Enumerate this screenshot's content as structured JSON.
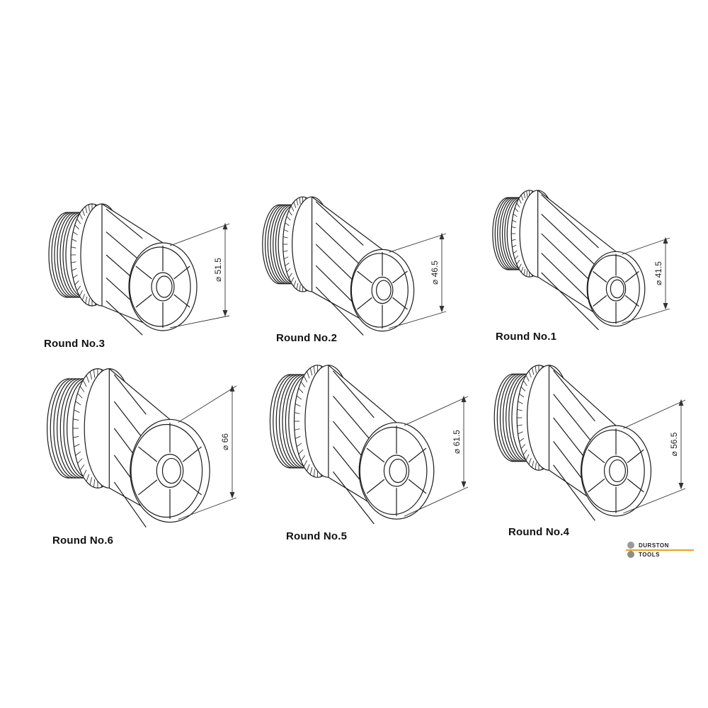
{
  "collets": [
    {
      "id": "c3",
      "label": "Round No.3",
      "dimension": "51.5"
    },
    {
      "id": "c2",
      "label": "Round No.2",
      "dimension": "46.5"
    },
    {
      "id": "c1",
      "label": "Round No.1",
      "dimension": "41.5"
    },
    {
      "id": "c6",
      "label": "Round No.6",
      "dimension": "66"
    },
    {
      "id": "c5",
      "label": "Round No.5",
      "dimension": "61.5"
    },
    {
      "id": "c4",
      "label": "Round No.4",
      "dimension": "56.5"
    }
  ],
  "diameter_symbol": "⌀",
  "logo": {
    "line1": "DURSTON",
    "line2": "TOOLS",
    "accent_color": "#e8a21a"
  }
}
